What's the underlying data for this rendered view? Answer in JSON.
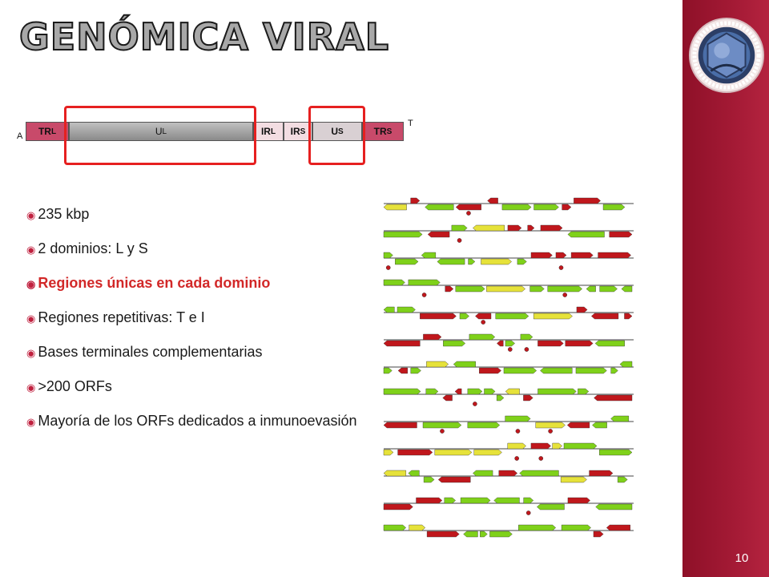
{
  "slide": {
    "title": "GENÓMICA VIRAL",
    "page_number": "10"
  },
  "genome": {
    "left_end": "A",
    "right_end": "T",
    "segments": [
      {
        "id": "TRL",
        "main": "TR",
        "sub": "L"
      },
      {
        "id": "UL",
        "main": "U",
        "sub": "L"
      },
      {
        "id": "IRL",
        "main": "IR",
        "sub": "L"
      },
      {
        "id": "IRS",
        "main": "IR",
        "sub": "S"
      },
      {
        "id": "US",
        "main": "U",
        "sub": "S"
      },
      {
        "id": "TRS",
        "main": "TR",
        "sub": "S"
      }
    ]
  },
  "bullets": [
    {
      "text": "235 kbp",
      "highlight": false
    },
    {
      "text": "2 dominios: L y S",
      "highlight": false
    },
    {
      "text": "Regiones únicas en  cada dominio",
      "highlight": true
    },
    {
      "text": "Regiones repetitivas: T e I",
      "highlight": false
    },
    {
      "text": "Bases terminales complementarias",
      "highlight": false
    },
    {
      "text": ">200 ORFs",
      "highlight": false
    },
    {
      "text": "Mayoría de los ORFs dedicados a inmunoevasión",
      "highlight": false
    }
  ],
  "colors": {
    "sidebar": "#a41a35",
    "highlight_text": "#d22828",
    "region_box": "#e62020",
    "orf_green": "#7fd11a",
    "orf_red": "#c0171c",
    "orf_yellow": "#e6e23a",
    "bullet_mark": "#c0213f"
  },
  "icons": {
    "bullet": "radio-bullet-icon",
    "logo": "virus-logo-icon"
  }
}
